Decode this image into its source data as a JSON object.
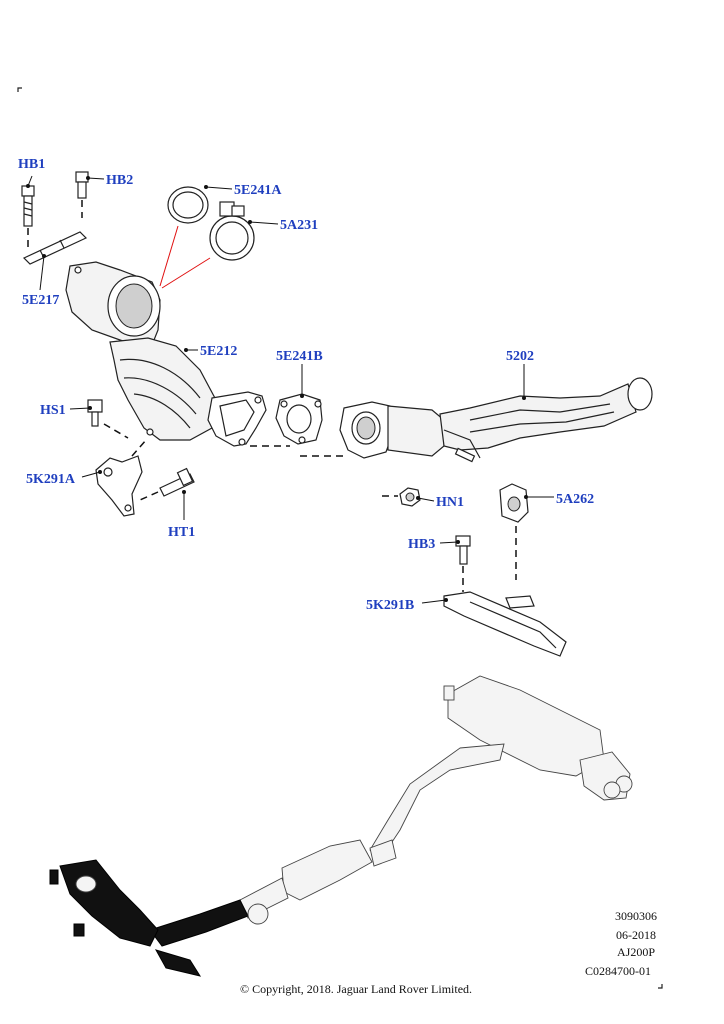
{
  "callouts": {
    "hb1": "HB1",
    "hb2": "HB2",
    "e241a": "5E241A",
    "a231": "5A231",
    "e217": "5E217",
    "e212": "5E212",
    "e241b": "5E241B",
    "p5202": "5202",
    "hs1": "HS1",
    "k291a": "5K291A",
    "ht1": "HT1",
    "hn1": "HN1",
    "a262": "5A262",
    "hb3": "HB3",
    "k291b": "5K291B"
  },
  "info_block": {
    "line1": "3090306",
    "line2": "06-2018",
    "line3": "AJ200P",
    "line4": "C0284700-01"
  },
  "copyright": "© Copyright, 2018. Jaguar Land Rover Limited.",
  "colors": {
    "callout": "#1f3fbf",
    "leader_red": "#e01010",
    "line": "#222222"
  }
}
